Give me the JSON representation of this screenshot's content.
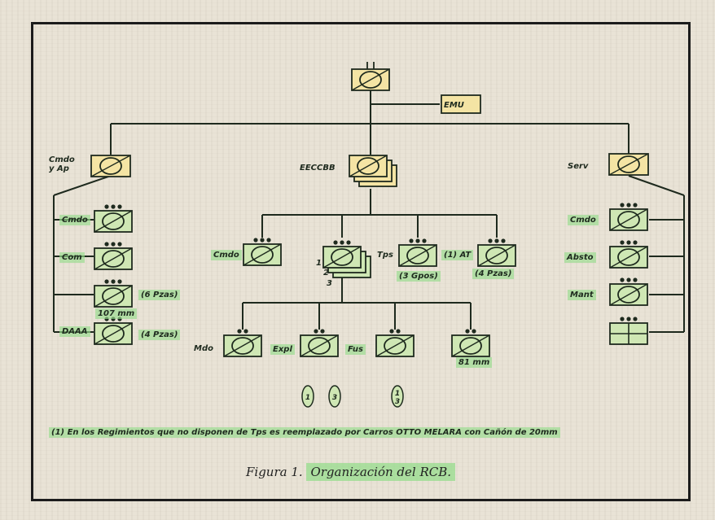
{
  "labels": {
    "emu": "EMU",
    "cmdo_apoyo": "Cmdo\ny Ap",
    "eeccbb": "EECCBB",
    "serv": "Serv",
    "left_cmdo": "Cmdo",
    "left_com": "Com",
    "left_mortar_pzas": "(6 Pzas)",
    "left_mortar_cal": "107 mm",
    "left_daaa": "DAAA",
    "left_daaa_pzas": "(4 Pzas)",
    "mid_cmdo": "Cmdo",
    "mid_tps": "Tps",
    "mid_stack_1": "1",
    "mid_stack_2": "2",
    "mid_stack_3": "3",
    "mid_at": "(1) AT",
    "mid_at_gpos": "(3 Gpos)",
    "mid_mortar_pzas": "(4 Pzas)",
    "bot_mdo": "Mdo",
    "bot_expl": "Expl",
    "bot_fus": "Fus",
    "bot_mortar_cal": "81 mm",
    "right_cmdo": "Cmdo",
    "right_absto": "Absto",
    "right_mant": "Mant",
    "ovals": [
      "1",
      "3",
      "1 3"
    ]
  },
  "footnote": "(1) En los Regimientos que no disponen de Tps es reemplazado por Carros OTTO MELARA con Cañón de 20mm",
  "caption": {
    "prefix": "Figura 1.",
    "title": "Organización del RCB."
  },
  "colors": {
    "box_fill": "#f4e4a4",
    "box_fill_green": "#cfe7b4",
    "highlight": "#96dc8c",
    "ink": "#1e2a1e"
  }
}
